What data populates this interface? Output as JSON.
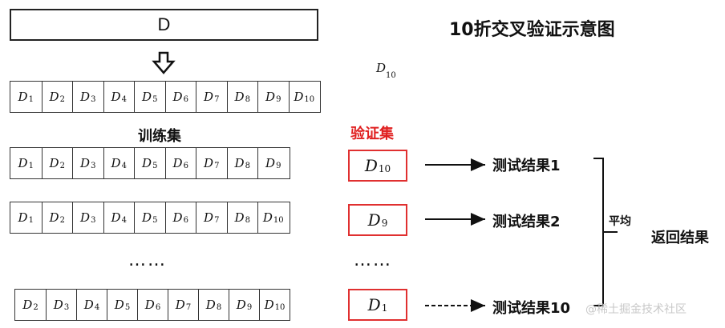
{
  "top_box": "D",
  "title": "10折交叉验证示意图",
  "floating_label": {
    "base": "D",
    "sub": "10"
  },
  "partition": [
    {
      "base": "D",
      "sub": "1"
    },
    {
      "base": "D",
      "sub": "2"
    },
    {
      "base": "D",
      "sub": "3"
    },
    {
      "base": "D",
      "sub": "4"
    },
    {
      "base": "D",
      "sub": "5"
    },
    {
      "base": "D",
      "sub": "6"
    },
    {
      "base": "D",
      "sub": "7"
    },
    {
      "base": "D",
      "sub": "8"
    },
    {
      "base": "D",
      "sub": "9"
    },
    {
      "base": "D",
      "sub": "10"
    }
  ],
  "train_label": "训练集",
  "val_label": "验证集",
  "folds": [
    {
      "train": [
        "1",
        "2",
        "3",
        "4",
        "5",
        "6",
        "7",
        "8",
        "9"
      ],
      "val": "10",
      "result": "测试结果1"
    },
    {
      "train": [
        "1",
        "2",
        "3",
        "4",
        "5",
        "6",
        "7",
        "8",
        "10"
      ],
      "val": "9",
      "result": "测试结果2"
    },
    {
      "train": [
        "2",
        "3",
        "4",
        "5",
        "6",
        "7",
        "8",
        "9",
        "10"
      ],
      "val": "1",
      "result": "测试结果10"
    }
  ],
  "ellipsis": "……",
  "average_label": "平均",
  "return_label": "返回结果",
  "watermark": "@稀土掘金技术社区"
}
